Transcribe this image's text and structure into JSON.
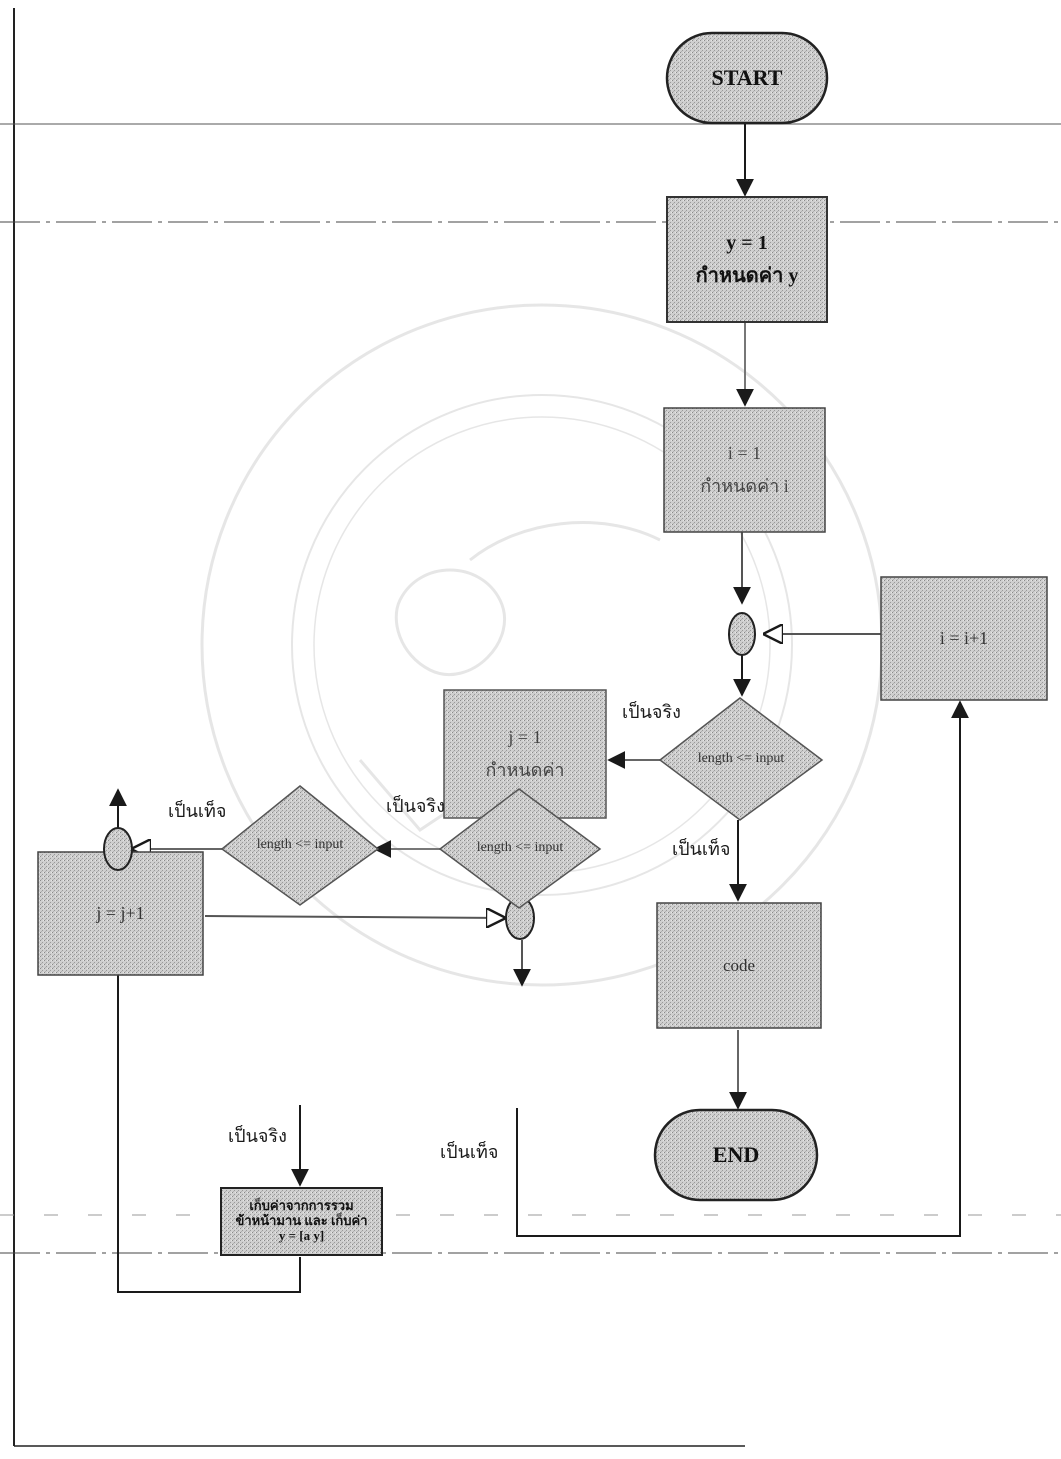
{
  "diagram": {
    "nodes": {
      "start": {
        "label": "START"
      },
      "init_y": {
        "line1": "y = 1",
        "line2": "กำหนดค่า y"
      },
      "init_i": {
        "line1": "i = 1",
        "line2": "กำหนดค่า i"
      },
      "incr_i_right": {
        "label": "i = i+1"
      },
      "decision_outer": {
        "label": "length <= input"
      },
      "init_j": {
        "line1": "j = 1",
        "line2": "กำหนดค่า"
      },
      "incr_j_left": {
        "label": "j = j+1"
      },
      "decision_mid": {
        "label": "length <= input"
      },
      "decision_inner": {
        "label": "length <= input"
      },
      "process_code": {
        "label": "code"
      },
      "end": {
        "label": "END"
      },
      "store_value": {
        "line1": "เก็บค่าจากการรวม",
        "line2": "ข้าหน้ามาน และ เก็บค่า",
        "line3": "y = [a y]"
      }
    },
    "edge_labels": {
      "outer_true": "เป็นจริง",
      "outer_false": "เป็นเท็จ",
      "mid_true": "เป็นจริง",
      "mid_false": "เป็นเท็จ",
      "inner_true": "เป็นจริง",
      "inner_false": "เป็นเท็จ"
    }
  }
}
